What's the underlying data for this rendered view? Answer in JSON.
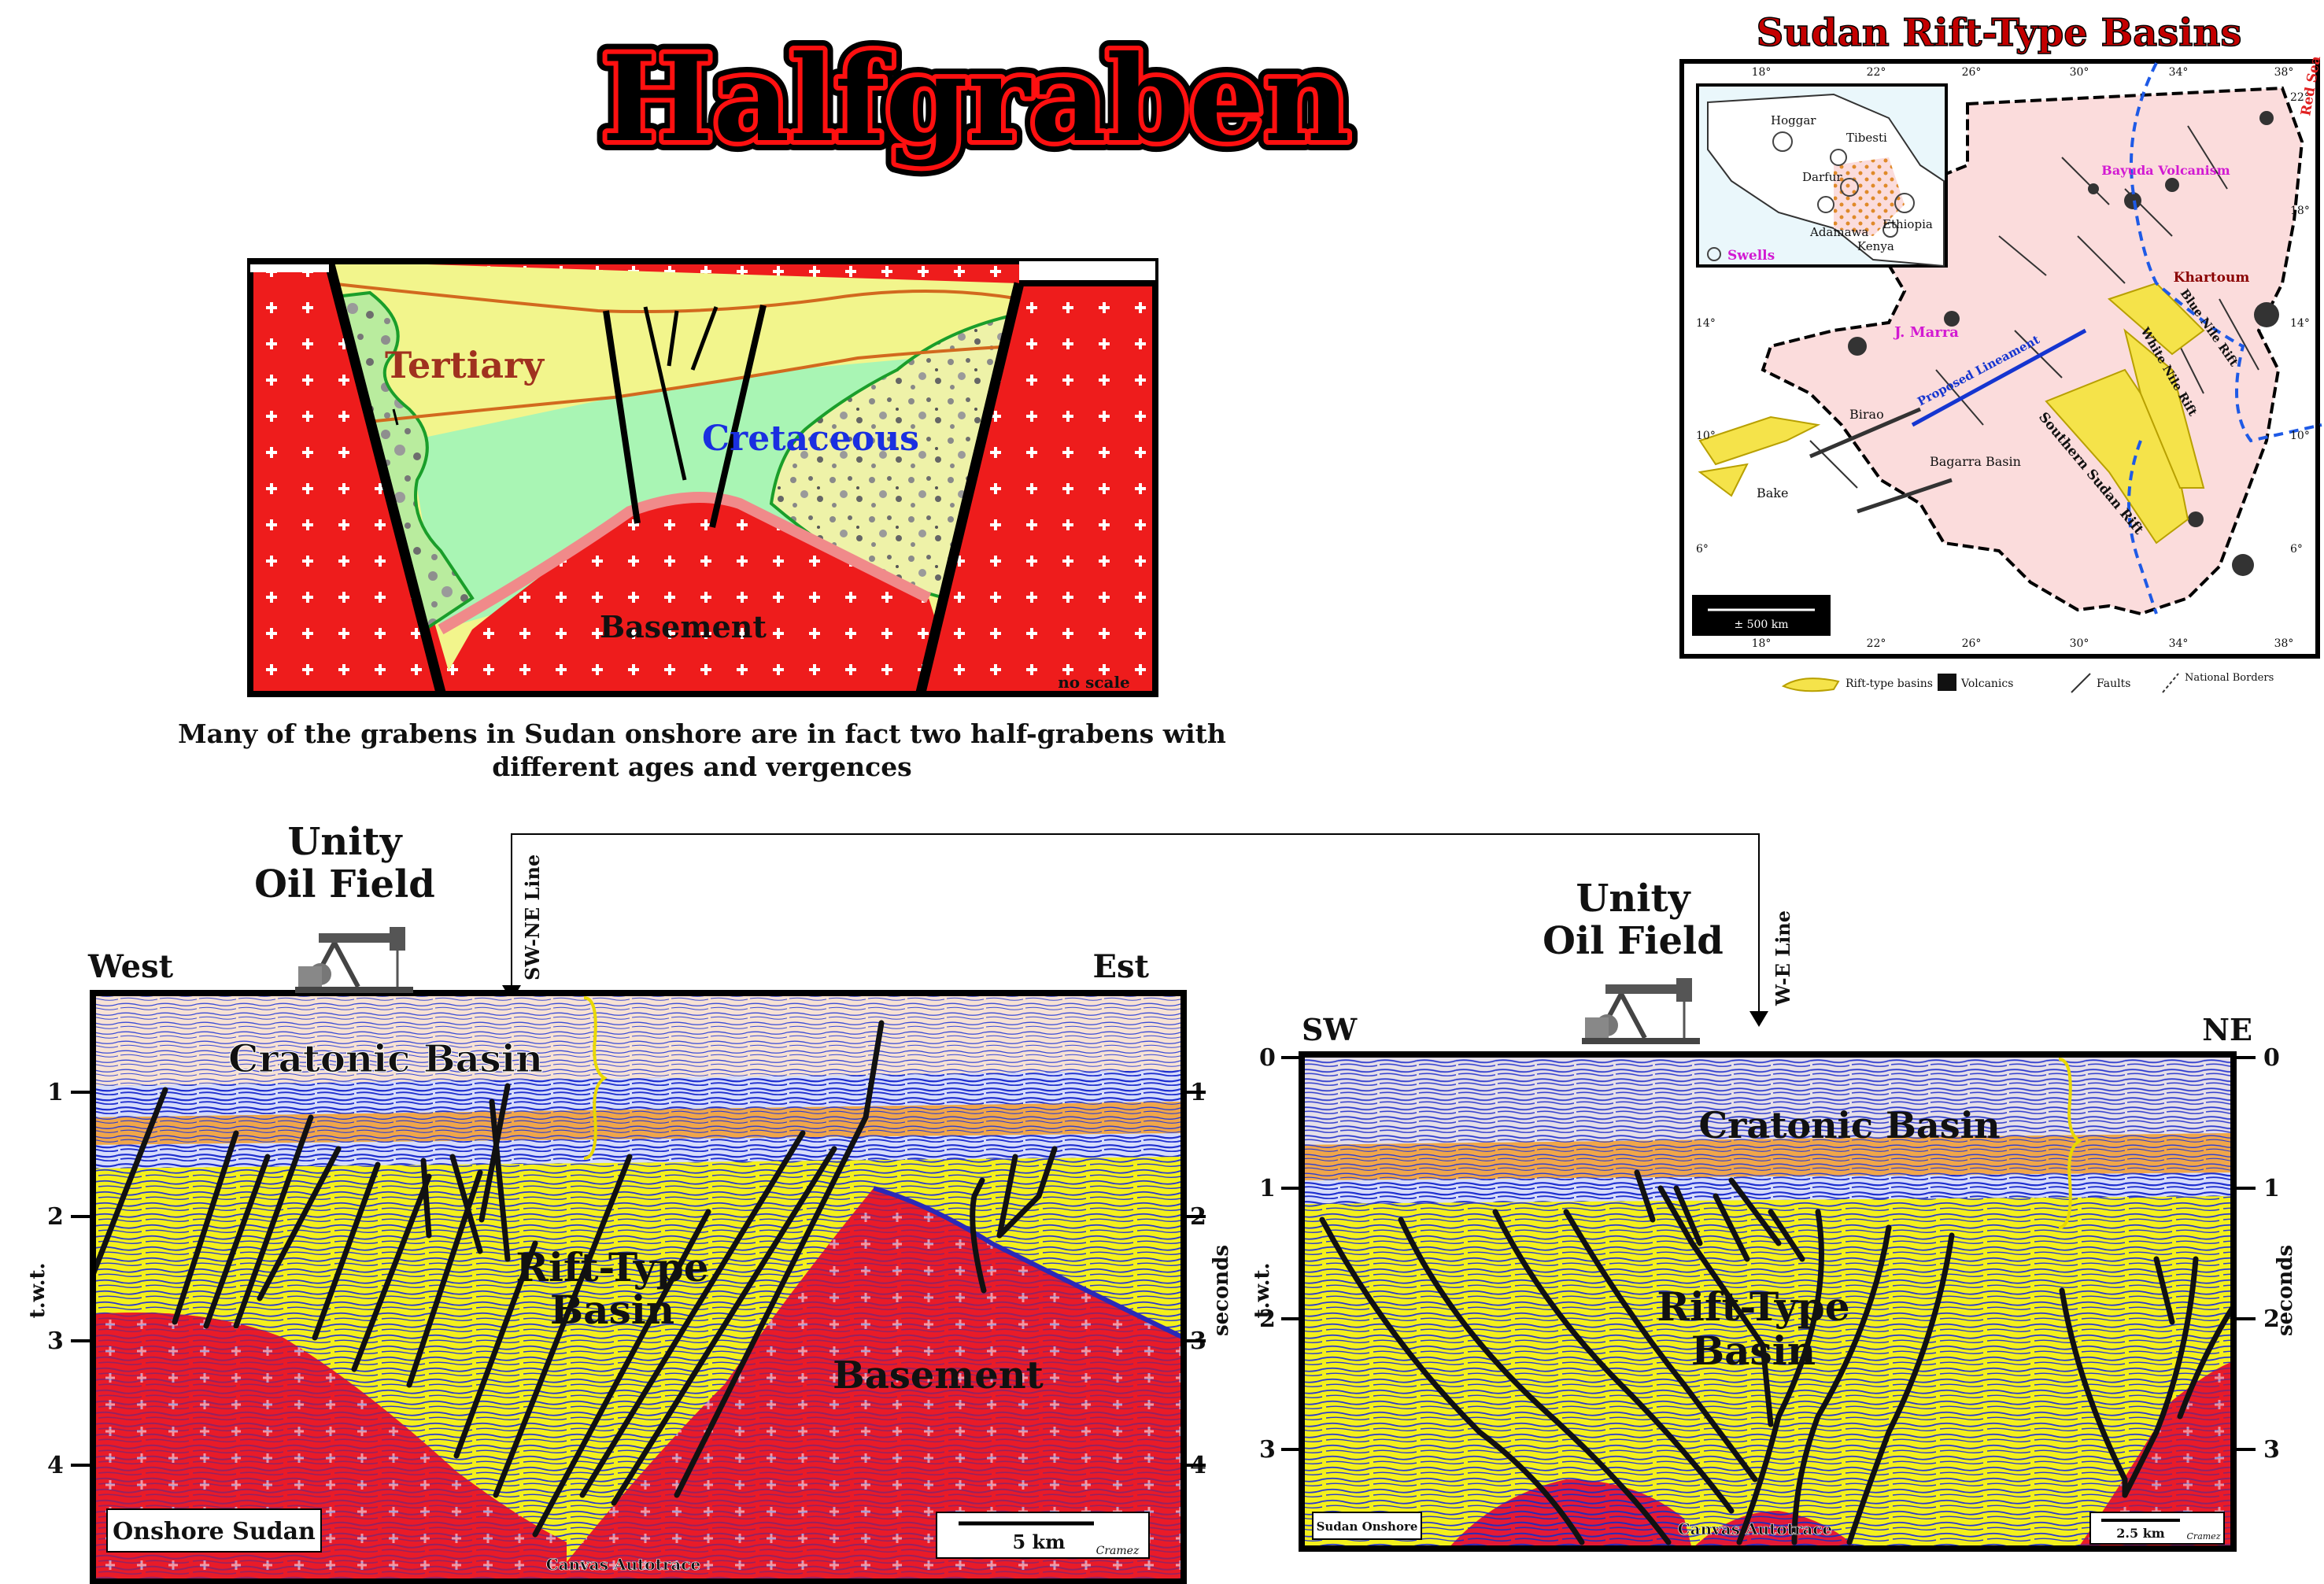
{
  "main_title": "Halfgraben",
  "top_diagram": {
    "labels": {
      "tertiary": "Tertiary",
      "cretaceous": "Cretaceous",
      "basement": "Basement",
      "no_scale": "no scale"
    },
    "caption_line1": "Many of the grabens in Sudan onshore are in fact two half-grabens with",
    "caption_line2": "different ages and vergences"
  },
  "map": {
    "title": "Sudan Rift-Type Basins",
    "top_lon_ticks": [
      "18°",
      "22°",
      "26°",
      "30°",
      "34°",
      "38°"
    ],
    "bottom_lon_ticks": [
      "18°",
      "22°",
      "26°",
      "30°",
      "34°",
      "38°"
    ],
    "left_lat_ticks": [
      "14°",
      "10°",
      "6°"
    ],
    "right_lat_ticks": [
      "22°",
      "18°",
      "14°",
      "10°",
      "6°"
    ],
    "inset": {
      "hoggar": "Hoggar",
      "tibesti": "Tibesti",
      "darfur": "Darfur",
      "adamawa": "Adamawa",
      "ethiopia": "Ethiopia",
      "kenya": "Kenya",
      "swells": "Swells"
    },
    "places": {
      "red_sea": "Red Sea",
      "bayuda": "Bayuda Volcanism",
      "khartoum": "Khartoum",
      "j_marra": "J. Marra",
      "blue_nile": "Blue Nile Rift",
      "white_nile": "White Nile Rift",
      "proposed_lineament": "Proposed Lineament",
      "birao": "Birao",
      "bagarra": "Bagarra Basin",
      "southern_sudan": "Southern Sudan Rift",
      "bake": "Bake"
    },
    "scale": "± 500 km",
    "legend": {
      "rift": "Rift-type basins",
      "volcanics": "Volcanics",
      "faults": "Faults",
      "borders": "National Borders"
    }
  },
  "section_left": {
    "field_title_line1": "Unity",
    "field_title_line2": "Oil Field",
    "west": "West",
    "east": "Est",
    "line_name": "SW-NE Line",
    "cratonic": "Cratonic Basin",
    "rift_line1": "Rift-Type",
    "rift_line2": "Basin",
    "basement": "Basement",
    "left_axis_label": "t.w.t.",
    "right_axis_label": "seconds",
    "ticks": [
      "1",
      "2",
      "3",
      "4"
    ],
    "corner_label": "Onshore Sudan",
    "scale": "5 km",
    "credit": "Cramez",
    "autotrace": "Canvas Autotrace"
  },
  "section_right": {
    "field_title_line1": "Unity",
    "field_title_line2": "Oil Field",
    "sw": "SW",
    "ne": "NE",
    "line_name": "W-E Line",
    "cratonic": "Cratonic Basin",
    "rift_line1": "Rift-Type",
    "rift_line2": "Basin",
    "left_axis_label": "t.w.t.",
    "right_axis_label": "seconds",
    "ticks": [
      "0",
      "1",
      "2",
      "3"
    ],
    "corner_label": "Sudan Onshore",
    "scale": "2.5 km",
    "credit": "Cramez",
    "autotrace": "Canvas Autotrace"
  },
  "colors": {
    "basement": "#ee1c1c",
    "tertiary": "#f2f58c",
    "cretaceous": "#a9f5b4",
    "rift_fill": "#f4f01c",
    "seismic_blue": "#1f2fd0",
    "cratonic_pink": "#f7dcc8",
    "cratonic_orange": "#f0a64a",
    "map_land": "#fbdcdc",
    "title_red": "#d10000"
  }
}
